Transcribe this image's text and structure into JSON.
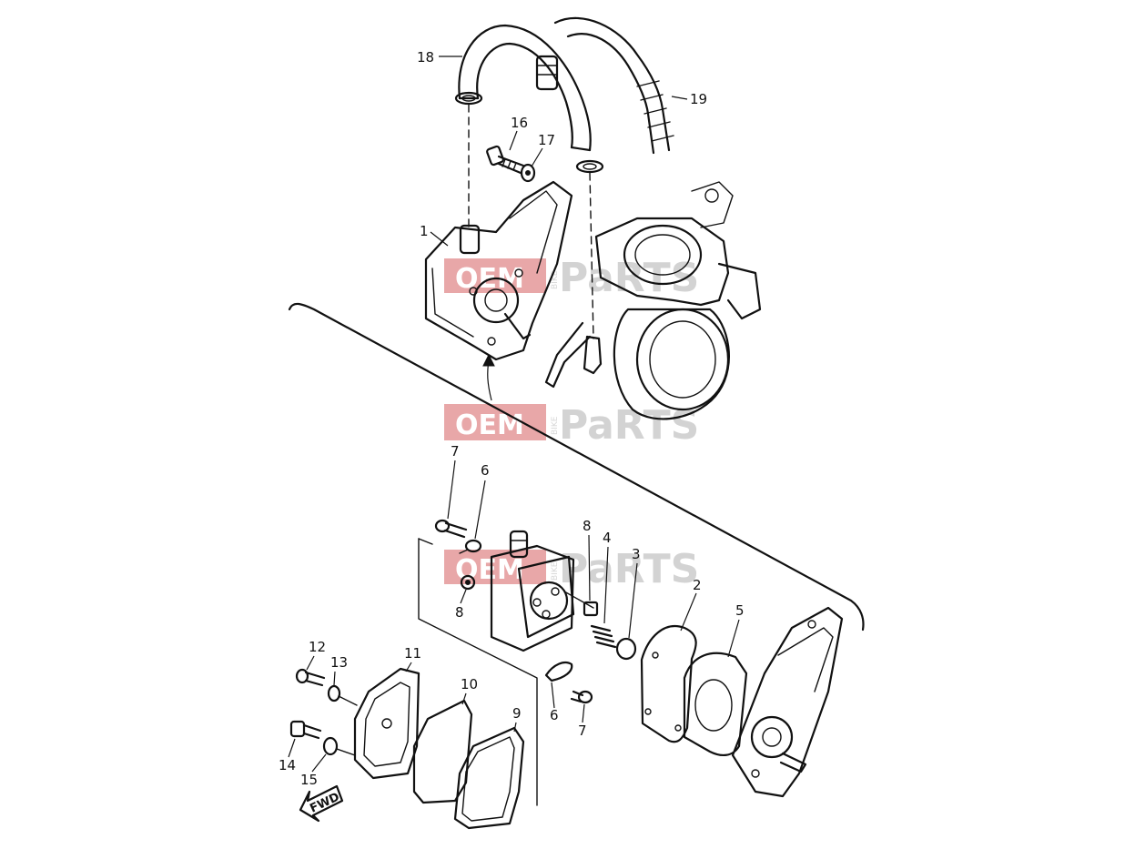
{
  "diagram": {
    "callouts": [
      "1",
      "2",
      "3",
      "4",
      "5",
      "6",
      "6",
      "7",
      "7",
      "8",
      "8",
      "9",
      "10",
      "11",
      "12",
      "13",
      "14",
      "15",
      "16",
      "17",
      "18",
      "19"
    ],
    "direction_label": "FWD",
    "watermark": {
      "oem": "OEM",
      "bike": "BIKE",
      "parts": "PaRTS"
    }
  }
}
